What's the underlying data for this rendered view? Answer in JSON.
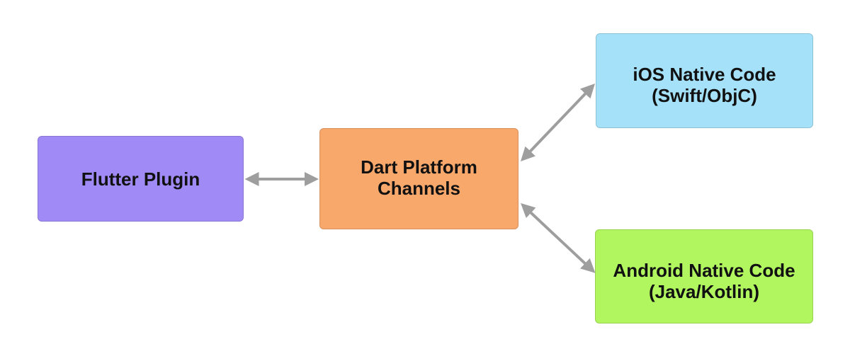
{
  "diagram": {
    "background": "#ffffff",
    "text_color": "#111111",
    "arrow_color": "#9E9E9E",
    "nodes": [
      {
        "id": "flutter-plugin",
        "label": "Flutter Plugin",
        "bg": "#A08BF6"
      },
      {
        "id": "dart-platform-channels",
        "label": "Dart Platform\nChannels",
        "bg": "#F9A86C"
      },
      {
        "id": "ios-native-code",
        "label": "iOS Native Code\n(Swift/ObjC)",
        "bg": "#A5E2F9"
      },
      {
        "id": "android-native-code",
        "label": "Android Native Code\n(Java/Kotlin)",
        "bg": "#B1F55F"
      }
    ],
    "edges": [
      {
        "from": "flutter-plugin",
        "to": "dart-platform-channels",
        "bidirectional": true
      },
      {
        "from": "dart-platform-channels",
        "to": "ios-native-code",
        "bidirectional": true
      },
      {
        "from": "dart-platform-channels",
        "to": "android-native-code",
        "bidirectional": true
      }
    ]
  }
}
